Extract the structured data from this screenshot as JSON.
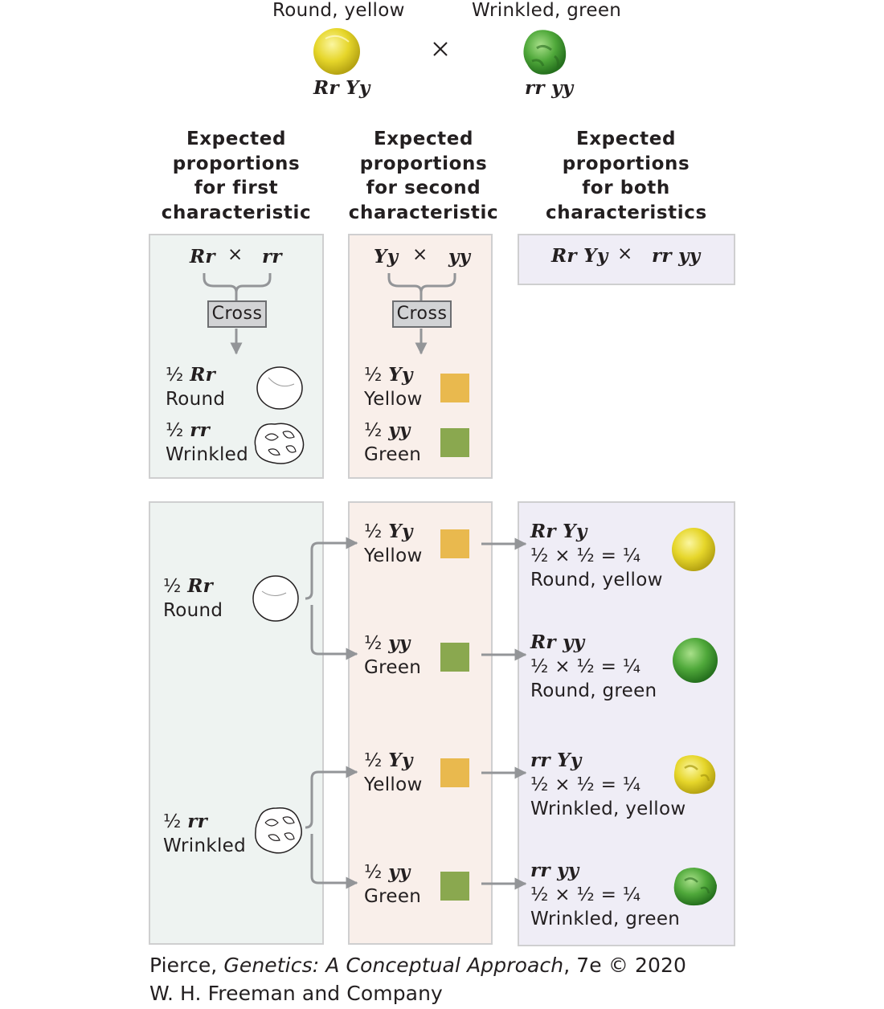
{
  "parents": {
    "left_phenotype": "Round, yellow",
    "left_genotype": "Rr Yy",
    "cross_symbol": "×",
    "right_phenotype": "Wrinkled, green",
    "right_genotype": "rr yy"
  },
  "headings": {
    "first": [
      "Expected",
      "proportions",
      "for first",
      "characteristic"
    ],
    "second": [
      "Expected",
      "proportions",
      "for second",
      "characteristic"
    ],
    "both": [
      "Expected",
      "proportions",
      "for both",
      "characteristics"
    ]
  },
  "first_panel": {
    "cross_left": "Rr",
    "cross_symbol": "×",
    "cross_right": "rr",
    "cross_label": "Cross",
    "outcomes": [
      {
        "fraction": "½",
        "genotype": "Rr",
        "phenotype": "Round",
        "shape": "round-pea-icon"
      },
      {
        "fraction": "½",
        "genotype": "rr",
        "phenotype": "Wrinkled",
        "shape": "wrinkled-pea-icon"
      }
    ]
  },
  "second_panel": {
    "cross_left": "Yy",
    "cross_symbol": "×",
    "cross_right": "yy",
    "cross_label": "Cross",
    "outcomes": [
      {
        "fraction": "½",
        "genotype": "Yy",
        "phenotype": "Yellow",
        "color": "#e9b94e"
      },
      {
        "fraction": "½",
        "genotype": "yy",
        "phenotype": "Green",
        "color": "#8aa84f"
      }
    ]
  },
  "both_panel": {
    "cross_left": "Rr Yy",
    "cross_symbol": "×",
    "cross_right": "rr yy"
  },
  "branch": {
    "first": [
      {
        "fraction": "½",
        "genotype": "Rr",
        "phenotype": "Round"
      },
      {
        "fraction": "½",
        "genotype": "rr",
        "phenotype": "Wrinkled"
      }
    ],
    "second": [
      {
        "fraction": "½",
        "genotype": "Yy",
        "phenotype": "Yellow"
      },
      {
        "fraction": "½",
        "genotype": "yy",
        "phenotype": "Green"
      },
      {
        "fraction": "½",
        "genotype": "Yy",
        "phenotype": "Yellow"
      },
      {
        "fraction": "½",
        "genotype": "yy",
        "phenotype": "Green"
      }
    ],
    "results": [
      {
        "genotype": "Rr Yy",
        "equation": "½ × ½ = ¼",
        "phenotype": "Round, yellow"
      },
      {
        "genotype": "Rr yy",
        "equation": "½ × ½ = ¼",
        "phenotype": "Round, green"
      },
      {
        "genotype": "rr Yy",
        "equation": "½ × ½ = ¼",
        "phenotype": "Wrinkled, yellow"
      },
      {
        "genotype": "rr yy",
        "equation": "½ × ½ = ¼",
        "phenotype": "Wrinkled, green"
      }
    ]
  },
  "colors": {
    "yellow_swatch": "#e9b94e",
    "green_swatch": "#8aa84f",
    "panel_green": "#eef3f1",
    "panel_peach": "#f9efea",
    "panel_lavender": "#efedf6",
    "arrow": "#939598"
  },
  "credit": {
    "line1_prefix": "Pierce, ",
    "line1_title": "Genetics: A Conceptual Approach",
    "line1_suffix": ", 7e © 2020",
    "line2": "W. H. Freeman and Company"
  }
}
